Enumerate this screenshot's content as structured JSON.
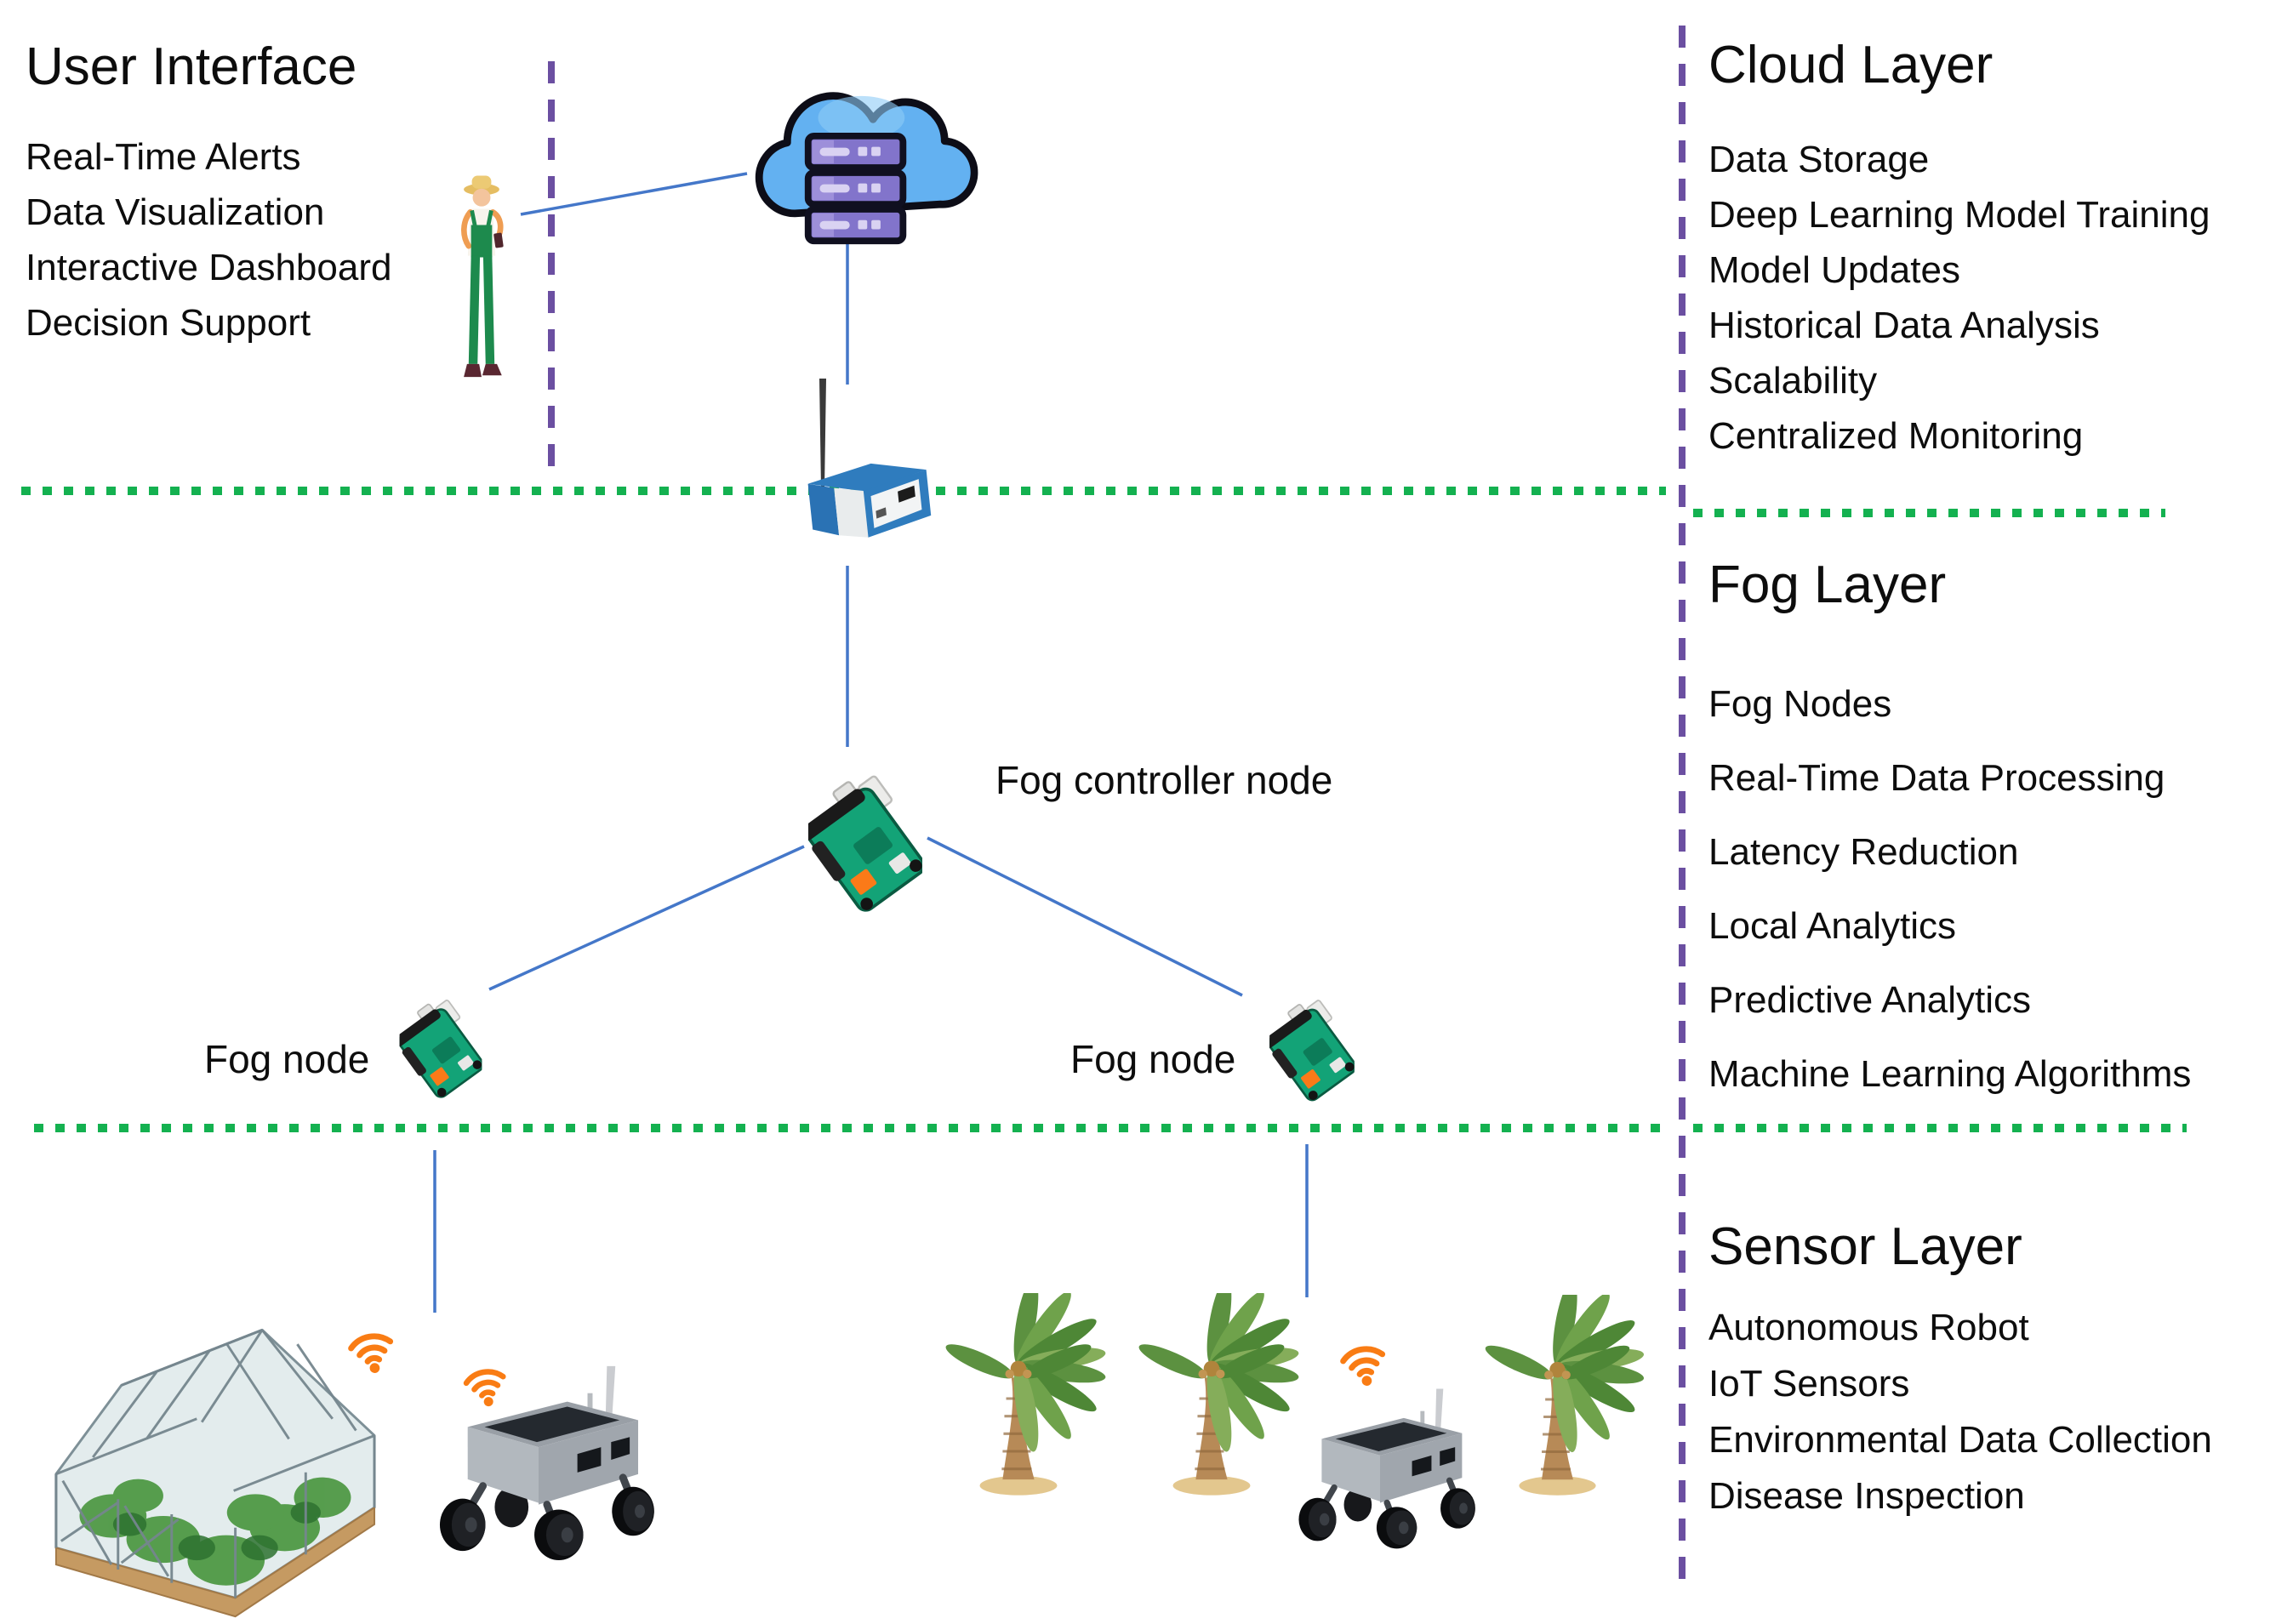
{
  "layers": {
    "user_interface": {
      "title": "User Interface",
      "items": [
        "Real-Time Alerts",
        "Data Visualization",
        "Interactive Dashboard",
        "Decision Support"
      ]
    },
    "cloud": {
      "title": "Cloud Layer",
      "items": [
        "Data Storage",
        "Deep Learning Model Training",
        "Model Updates",
        "Historical Data Analysis",
        "Scalability",
        "Centralized Monitoring"
      ]
    },
    "fog": {
      "title": "Fog Layer",
      "items": [
        "Fog Nodes",
        "Real-Time Data Processing",
        "Latency Reduction",
        "Local Analytics",
        "Predictive Analytics",
        "Machine Learning Algorithms"
      ]
    },
    "sensor": {
      "title": "Sensor Layer",
      "items": [
        "Autonomous Robot",
        "IoT Sensors",
        "Environmental Data Collection",
        "Disease Inspection"
      ]
    }
  },
  "node_labels": {
    "fog_controller": "Fog controller node",
    "fog_node_left": "Fog node",
    "fog_node_right": "Fog node"
  },
  "icons": {
    "cloud_server": "cloud-server",
    "gateway": "iot-gateway-antenna",
    "fog_board": "single-board-computer",
    "farmer": "farmer-with-phone",
    "greenhouse": "greenhouse",
    "robot": "autonomous-robot-rover",
    "palm": "date-palm-tree",
    "wifi": "wifi-signal"
  },
  "colors": {
    "connector_blue": "#4477c9",
    "divider_green": "#14b150",
    "divider_purple": "#6b4fa1",
    "wifi_orange": "#f97c14",
    "board_green": "#13a377",
    "cloud_blue": "#63b1f1",
    "server_purple": "#8274cb",
    "text_color": "#0d0d0d"
  }
}
